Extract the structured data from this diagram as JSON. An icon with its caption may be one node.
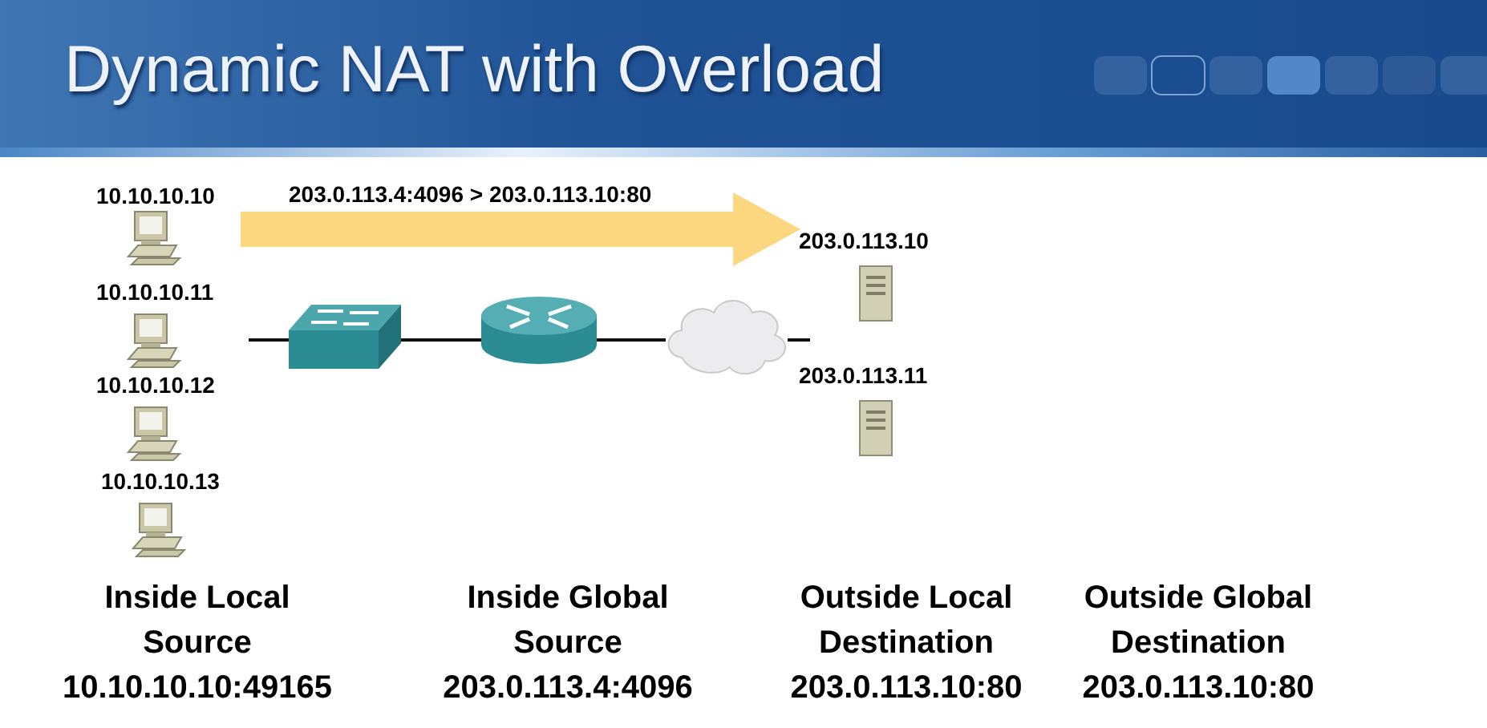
{
  "diagram": {
    "title": "Dynamic NAT with Overload",
    "nodes": [
      {
        "text": [
          "10.10.10.10"
        ]
      },
      {
        "text": [
          "10.10.10.11"
        ]
      },
      {
        "text": [
          "10.10.10.12"
        ]
      },
      {
        "text": [
          "10.10.10.13"
        ]
      },
      {
        "text": [],
        "shape": "picture"
      },
      {
        "text": [],
        "shape": "picture"
      },
      {
        "text": [],
        "shape": "cloud"
      },
      {
        "text": [
          "203.0.113.10"
        ]
      },
      {
        "text": [
          "203.0.113.11"
        ]
      }
    ],
    "edges": [
      {
        "from": 0,
        "to": 7,
        "arrow": "to",
        "label": "203.0.113.4:4096 > 203.0.113.10:80",
        "style": "thick",
        "color": "#fdd77f"
      },
      {
        "from": null,
        "to": 4,
        "arrow": "none"
      },
      {
        "from": 4,
        "to": 5,
        "arrow": "none"
      },
      {
        "from": 5,
        "to": 6,
        "arrow": "none"
      },
      {
        "from": 6,
        "to": null,
        "arrow": "none"
      }
    ],
    "labels": [
      "Inside Local",
      "Source",
      "10.10.10.10:49165",
      "Inside Global",
      "Source",
      "203.0.113.4:4096",
      "Outside Local",
      "Destination",
      "203.0.113.10:80",
      "Outside Global",
      "Destination",
      "203.0.113.10:80"
    ]
  }
}
